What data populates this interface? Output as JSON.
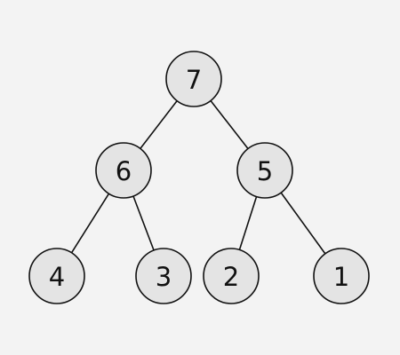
{
  "tree": {
    "nodes": [
      {
        "id": "n7",
        "label": "7"
      },
      {
        "id": "n6",
        "label": "6"
      },
      {
        "id": "n5",
        "label": "5"
      },
      {
        "id": "n4",
        "label": "4"
      },
      {
        "id": "n3",
        "label": "3"
      },
      {
        "id": "n2",
        "label": "2"
      },
      {
        "id": "n1",
        "label": "1"
      }
    ],
    "edges": [
      {
        "from": "n7",
        "to": "n6"
      },
      {
        "from": "n7",
        "to": "n5"
      },
      {
        "from": "n6",
        "to": "n4"
      },
      {
        "from": "n6",
        "to": "n3"
      },
      {
        "from": "n5",
        "to": "n2"
      },
      {
        "from": "n5",
        "to": "n1"
      }
    ]
  },
  "colors": {
    "background": "#f3f3f3",
    "node_fill": "#e4e4e4",
    "stroke": "#111111",
    "text": "#111111"
  }
}
